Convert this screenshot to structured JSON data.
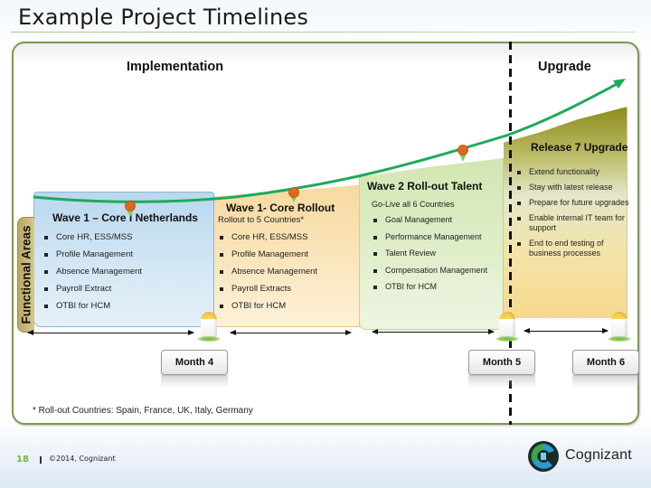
{
  "slide": {
    "title": "Example Project Timelines",
    "page_number": "18",
    "copyright": "©2014, Cognizant",
    "footnote": "* Roll-out Countries: Spain, France, UK, Italy, Germany"
  },
  "sections": {
    "implementation": "Implementation",
    "upgrade": "Upgrade"
  },
  "side_tab": {
    "label": "Functional Areas"
  },
  "waves": [
    {
      "title": "Wave 1 – Core I Netherlands",
      "subtitle": "",
      "color": "#c9e1f2",
      "items": [
        "Core HR, ESS/MSS",
        "Profile Management",
        "Absence Management",
        "Payroll Extract",
        "OTBI for HCM"
      ]
    },
    {
      "title": "Wave 1- Core Rollout",
      "subtitle": "Rollout to 5 Countries*",
      "color": "#f9e1b0",
      "items": [
        "Core HR, ESS/MSS",
        "Profile Management",
        "Absence Management",
        "Payroll Extracts",
        "OTBI for HCM"
      ]
    },
    {
      "title": "Wave 2 Roll-out Talent",
      "subtitle": "Go-Live all 6 Countries",
      "color": "#dbeac3",
      "items": [
        "Goal Management",
        "Performance Management",
        "Talent Review",
        "Compensation Management",
        "OTBI for HCM"
      ]
    },
    {
      "title": "Release 7 Upgrade",
      "subtitle": "",
      "color": "#b3b259",
      "items": [
        "Extend functionality",
        "Stay with latest release",
        "Prepare for future upgrades",
        "Enable internal IT team for support",
        "End to end testing of business processes"
      ]
    }
  ],
  "milestones": [
    {
      "label": "Month 4"
    },
    {
      "label": "Month 5"
    },
    {
      "label": "Month 6"
    }
  ],
  "logo": {
    "name": "Cognizant",
    "icon": "cognizant-logo-icon"
  },
  "colors": {
    "frame_border": "#7b9a52",
    "trend_arrow": "#1daa5b",
    "marker": "#e0681a",
    "page_number": "#7bb342"
  }
}
